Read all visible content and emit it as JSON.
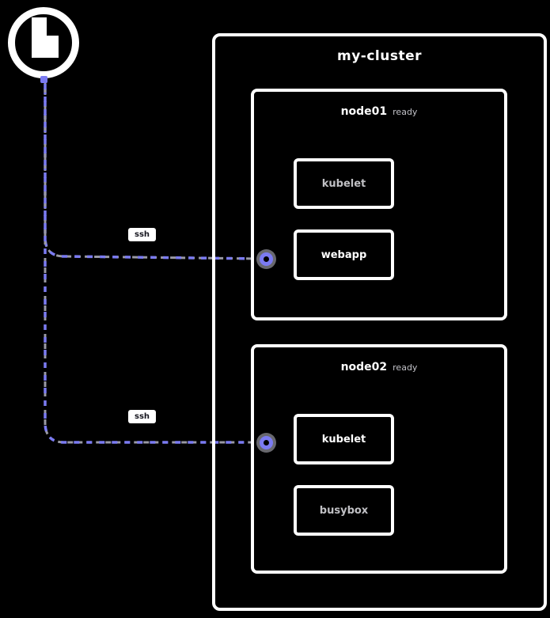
{
  "diagram": {
    "background": "#000000",
    "accent_color": "#7b7bf2",
    "edge_color": "#9a9aa6",
    "client": {
      "icon": "laptop-icon"
    },
    "cluster": {
      "label": "my-cluster"
    },
    "edges": [
      {
        "label": "ssh"
      },
      {
        "label": "ssh"
      }
    ],
    "nodes": [
      {
        "title": "node01",
        "badge": "ready",
        "components": [
          {
            "label": "kubelet"
          },
          {
            "label": "webapp"
          }
        ]
      },
      {
        "title": "node02",
        "badge": "ready",
        "components": [
          {
            "label": "kubelet"
          },
          {
            "label": "busybox"
          }
        ]
      }
    ]
  }
}
